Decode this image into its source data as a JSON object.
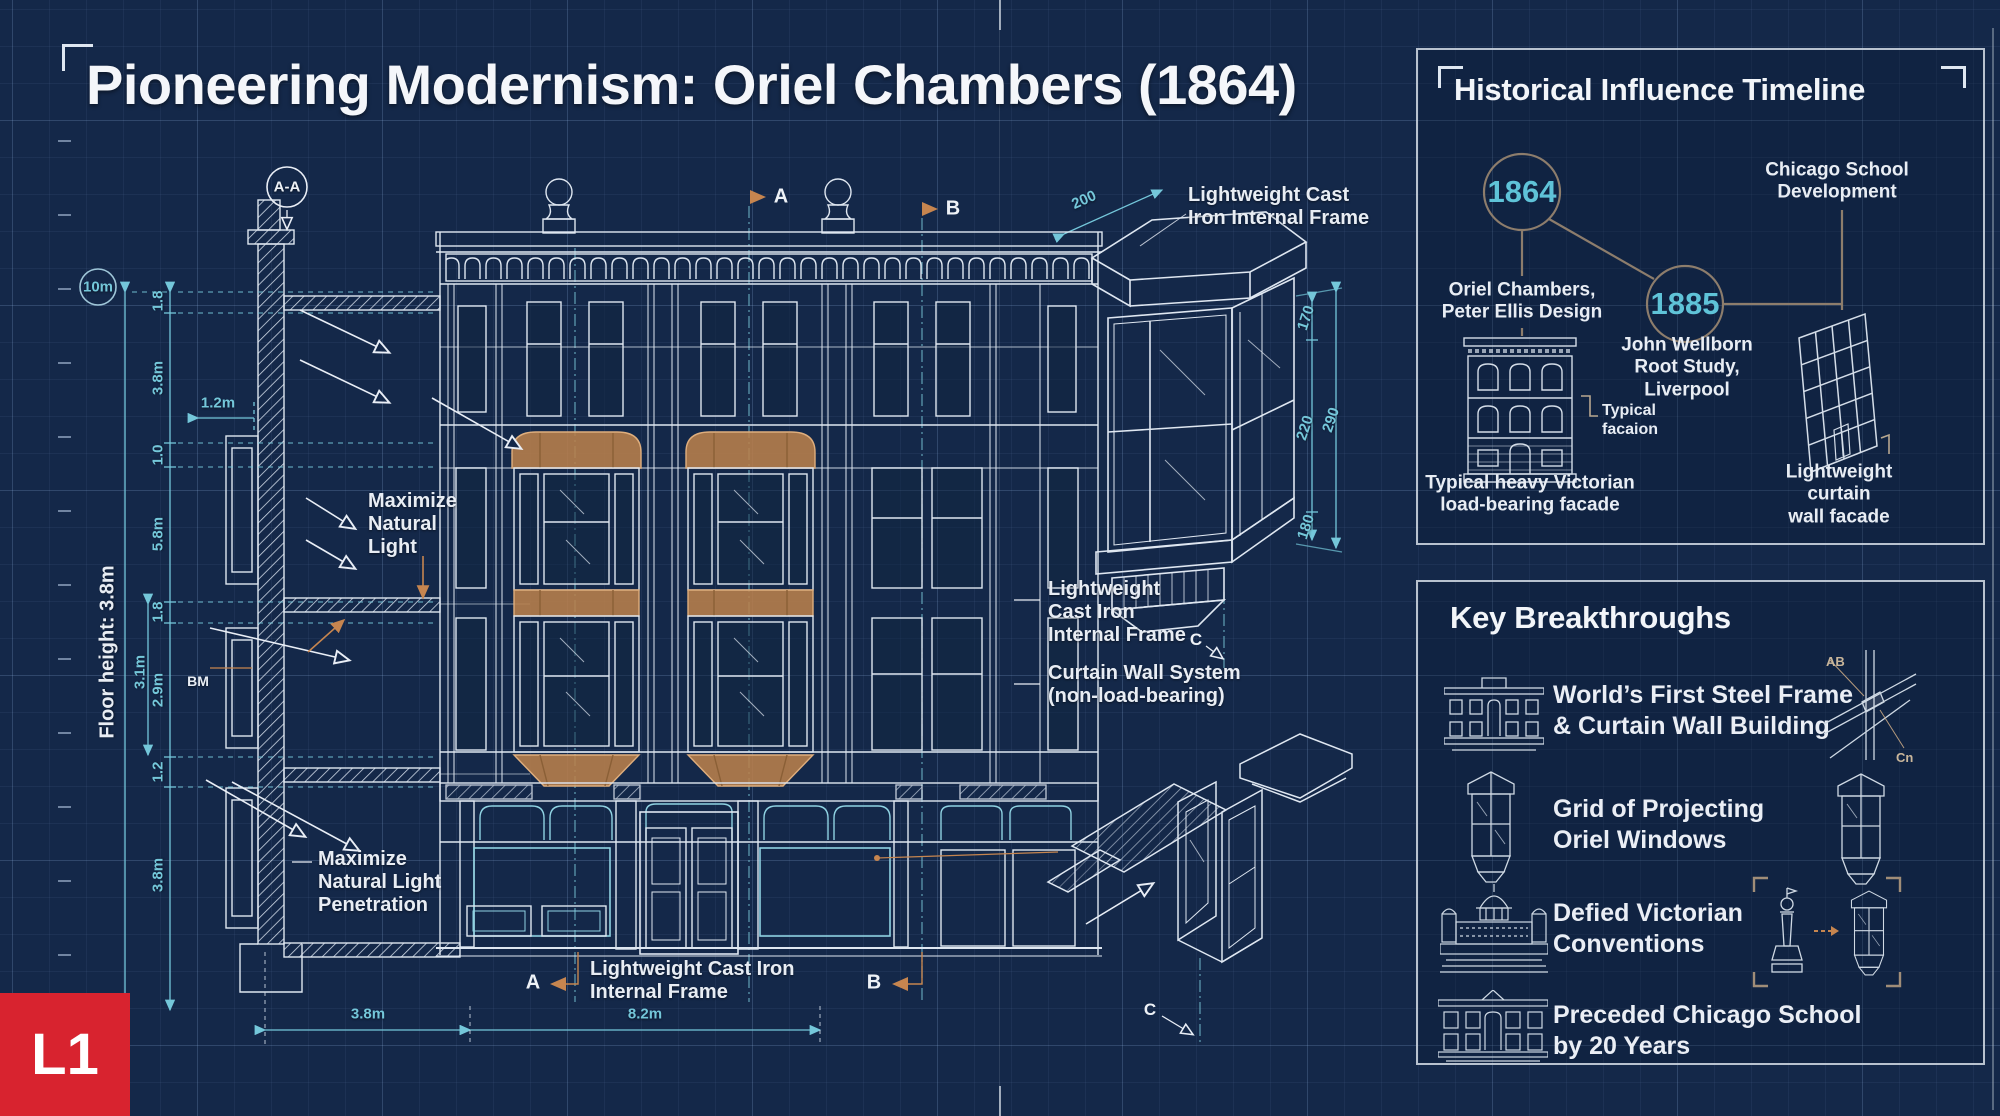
{
  "title": "Pioneering Modernism: Oriel Chambers (1864)",
  "badge": {
    "label": "L1"
  },
  "colors": {
    "background": "#142849",
    "line_white": "#e9eef6",
    "dimension_teal": "#74c7da",
    "year_teal": "#5fc3d8",
    "accent_orange": "#c6854f",
    "oriel_fill_orange": "#b97f4b",
    "timeline_connector": "#8d7d6c",
    "panel_border": "#d6dee8",
    "badge_red": "#d8232f"
  },
  "main": {
    "section_ref": "A-A",
    "height_ref": "10m",
    "floor_height_label": "Floor height: 3.8m",
    "bm_label": "BM",
    "markers": {
      "a": "A",
      "b": "B",
      "c": "C"
    },
    "dims": {
      "left": [
        "1.8",
        "3.8m",
        "1.0",
        "5.8m",
        "1.8",
        "3.1m",
        "2.9m",
        "1.2",
        "3.8m"
      ],
      "offset": "1.2m",
      "bottom_left": "3.8m",
      "bottom_right": "8.2m",
      "detail_width": "200",
      "detail_right": [
        "170",
        "220",
        "180",
        "290"
      ]
    },
    "annotations": {
      "max_light": "Maximize\nNatural\nLight",
      "max_light_penetration": "Maximize\nNatural Light\nPenetration",
      "frame_top": "Lightweight Cast\nIron Internal Frame",
      "frame_mid": "Lightweight\nCast Iron\nInternal Frame",
      "curtain_wall": "Curtain Wall System\n(non-load-bearing)",
      "frame_bottom": "Lightweight Cast Iron\nInternal Frame"
    }
  },
  "timeline": {
    "title": "Historical Influence Timeline",
    "year_1": "1864",
    "year_2": "1885",
    "label_1": "Oriel Chambers,\nPeter Ellis Design",
    "label_2": "John Wellborn\nRoot Study,\nLiverpool",
    "label_3": "Chicago School\nDevelopment",
    "callout": "Typical\nfacaion",
    "caption_left": "Typical heavy Victorian\nload-bearing facade",
    "caption_right": "Lightweight curtain\nwall facade"
  },
  "breakthroughs": {
    "title": "Key Breakthroughs",
    "items": [
      {
        "text": "World’s First Steel Frame\n& Curtain Wall Building"
      },
      {
        "text": "Grid of Projecting\nOriel Windows"
      },
      {
        "text": "Defied Victorian\nConventions"
      },
      {
        "text": "Preceded Chicago School\nby 20 Years"
      }
    ],
    "detail_labels": {
      "ab": "AB",
      "cn": "Cn"
    }
  }
}
